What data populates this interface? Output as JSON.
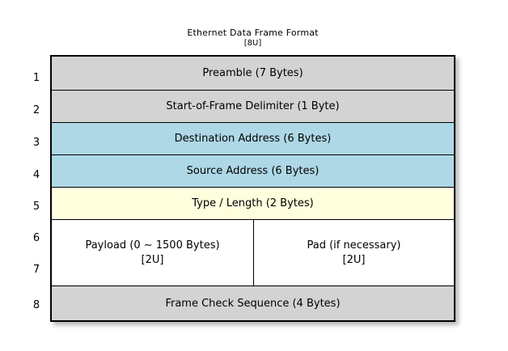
{
  "title": {
    "main": "Ethernet Data Frame Format",
    "subtitle": "[8U]"
  },
  "colors": {
    "header_gray": "#d3d3d3",
    "address_blue": "#aed8e6",
    "type_yellow": "#ffffdd",
    "payload_white": "#ffffff",
    "border": "#000000",
    "background": "#ffffff"
  },
  "row_numbers": [
    "1",
    "2",
    "3",
    "4",
    "5",
    "6",
    "7",
    "8"
  ],
  "fields": [
    {
      "number": "1",
      "label": "Preamble (7 Bytes)",
      "fill": "#d3d3d3"
    },
    {
      "number": "2",
      "label": "Start-of-Frame Delimiter (1 Byte)",
      "fill": "#d3d3d3"
    },
    {
      "number": "3",
      "label": "Destination Address (6 Bytes)",
      "fill": "#aed8e6"
    },
    {
      "number": "4",
      "label": "Source Address (6 Bytes)",
      "fill": "#aed8e6"
    },
    {
      "number": "5",
      "label": "Type / Length (2 Bytes)",
      "fill": "#ffffdd"
    },
    {
      "number": "8",
      "label": "Frame Check Sequence (4 Bytes)",
      "fill": "#d3d3d3"
    }
  ],
  "split_region": {
    "numbers": [
      "6",
      "7"
    ],
    "fill": "#ffffff",
    "left": {
      "line1": "Payload (0 ~ 1500 Bytes)",
      "line2": "[2U]"
    },
    "right": {
      "line1": "Pad (if necessary)",
      "line2": "[2U]"
    }
  }
}
